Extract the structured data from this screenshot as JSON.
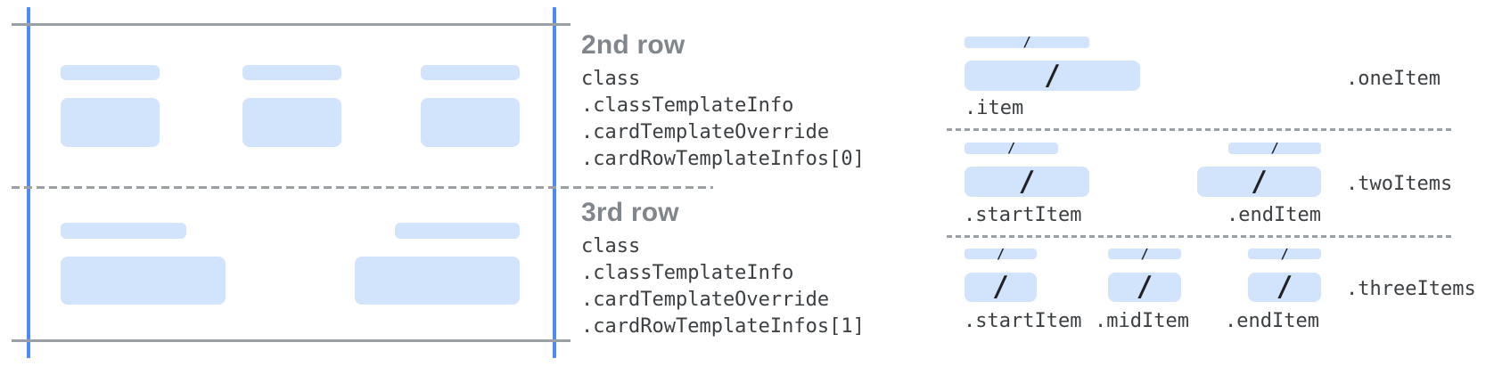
{
  "palette": {
    "guide-blue": "#4C8BF5",
    "bar-blue": "#D2E3FC",
    "line-gray": "#9AA0A6",
    "heading-gray": "#80868B",
    "code-gray": "#3C4043",
    "slash-dark": "#202124"
  },
  "glyphs": {
    "slash": "/"
  },
  "sections": {
    "row2": {
      "title": "2nd row",
      "lines": [
        "class",
        ".classTemplateInfo",
        ".cardTemplateOverride",
        ".cardRowTemplateInfos[0]"
      ]
    },
    "row3": {
      "title": "3rd row",
      "lines": [
        "class",
        ".classTemplateInfo",
        ".cardTemplateOverride",
        ".cardRowTemplateInfos[1]"
      ]
    }
  },
  "layouts": {
    "one_item": {
      "name": ".oneItem",
      "item": ".item"
    },
    "two_items": {
      "name": ".twoItems",
      "start": ".startItem",
      "end": ".endItem"
    },
    "three_items": {
      "name": ".threeItems",
      "start": ".startItem",
      "mid": ".midItem",
      "end": ".endItem"
    }
  }
}
